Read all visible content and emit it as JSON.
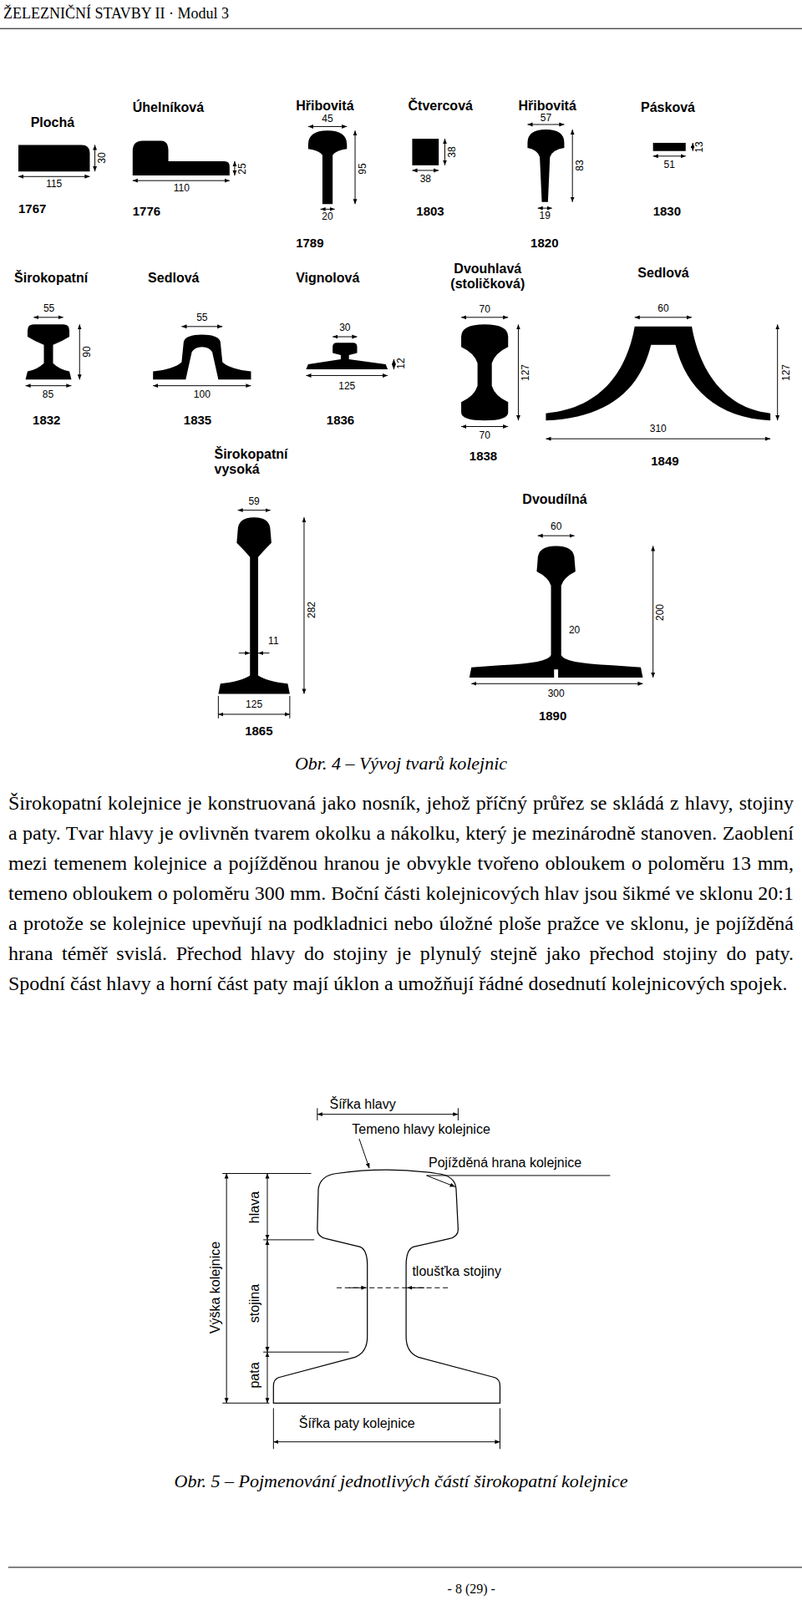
{
  "diagram": {
    "title": "ŽELEZNIČNÍ STAVBY II · Modul 3",
    "caption": "Obr. 5 – Pojmenování jednotlivých částí širokopatní kolejnice",
    "labels": [
      "Plochá",
      "30",
      "115",
      "1767",
      "Úhelníková",
      "25",
      "110",
      "1776",
      "Hřibovitá",
      "45",
      "95",
      "20",
      "1789",
      "Čtvercová",
      "38",
      "38",
      "1803",
      "Hřibovitá",
      "57",
      "83",
      "19",
      "1820",
      "Pásková",
      "13",
      "51",
      "1830",
      "Širokopatní",
      "55",
      "90",
      "85",
      "1832",
      "Sedlová",
      "55",
      "100",
      "1835",
      "Vignolová",
      "30",
      "12",
      "125",
      "1836",
      "Dvouhlavá (stoličková)",
      "70",
      "127",
      "70",
      "1838",
      "Sedlová",
      "60",
      "127",
      "310",
      "1849",
      "Širokopatní vysoká",
      "59",
      "282",
      "11",
      "125",
      "1865",
      "Dvoudílná",
      "60",
      "20",
      "200",
      "300",
      "1890",
      "Obr. 4 – Vývoj tvarů kolejnic",
      "Širokopatní kolejnice je konstruovaná jako nosník, jehož příčný průřez se skládá z hlavy, stojiny a paty. Tvar hlavy je ovlivněn tvarem okolku a nákolku, který je mezinárodně stanoven. Zaoblení mezi temenem kolejnice a pojížděnou hranou je obvykle tvořeno obloukem o poloměru 13 mm, temeno obloukem o poloměru 300 mm. Boční části kolejnicových hlav jsou šikmé ve sklonu 20:1 a protože se kolejnice upevňují na podkladnici nebo úložné ploše pražce ve sklonu, je pojížděná hrana téměř svislá. Přechod hlavy do stojiny je plynulý stejně jako přechod stojiny do paty. Spodní část hlavy a horní část paty mají úklon a umožňují řádné dosednutí kolejnicových spojek.",
      "Šířka hlavy",
      "Temeno hlavy kolejnice",
      "Pojížděná hrana kolejnice",
      "hlava",
      "tloušťka stojiny",
      "Výška kolejnice",
      "stojina",
      "pata",
      "Šířka paty kolejnice",
      "- 8 (29) -"
    ]
  }
}
